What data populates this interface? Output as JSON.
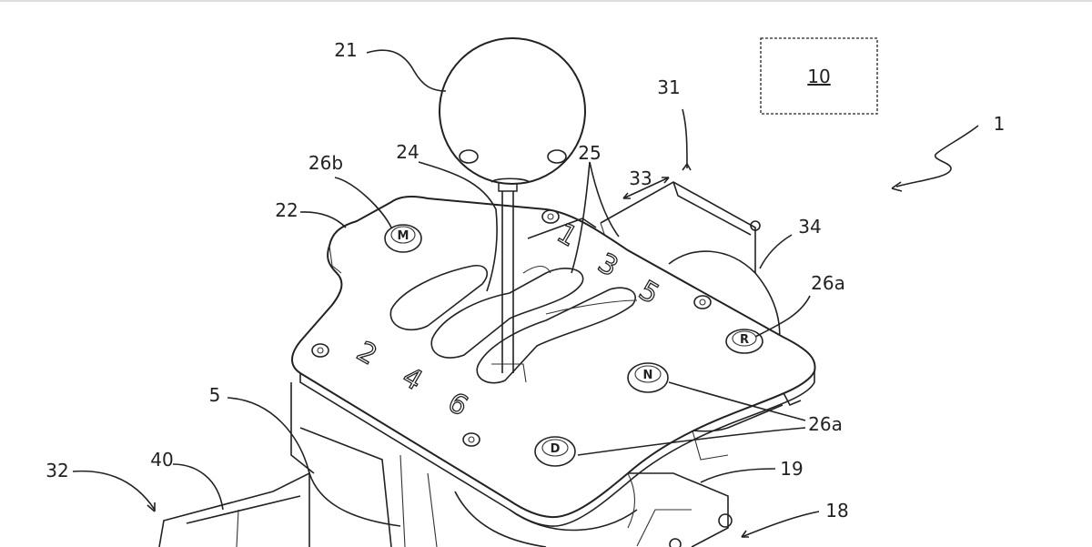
{
  "figure": {
    "control_unit_box": {
      "label": "10"
    },
    "reference_labels": {
      "assembly": "1",
      "knob": "21",
      "panel": "22",
      "slot_left": "24",
      "slot_right": "25",
      "button_m_ref": "26b",
      "button_r_ref": "26a",
      "buttons_nd_ref": "26a",
      "unit_31": "31",
      "arrow_33": "33",
      "housing_34": "34",
      "part_5": "5",
      "part_32": "32",
      "part_40": "40",
      "part_19": "19",
      "part_18": "18"
    },
    "gear_numbers": [
      "1",
      "3",
      "5",
      "2",
      "4",
      "6"
    ],
    "button_letters": {
      "m": "M",
      "r": "R",
      "n": "N",
      "d": "D"
    }
  }
}
